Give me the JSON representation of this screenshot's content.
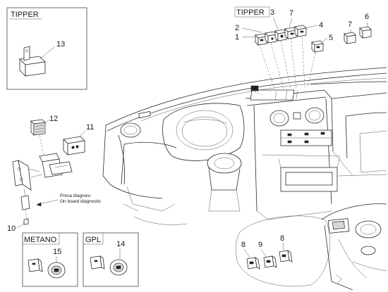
{
  "boxes": {
    "tipper_inset": "TIPPER",
    "tipper_top": "TIPPER",
    "metano": "METANO",
    "gpl": "GPL"
  },
  "callouts": {
    "c13": "13",
    "c3": "3",
    "c7a": "7",
    "c6": "6",
    "c2": "2",
    "c4": "4",
    "c7b": "7",
    "c1": "1",
    "c5": "5",
    "c12": "12",
    "c11": "11",
    "c10": "10",
    "c15": "15",
    "c14": "14",
    "c8a": "8",
    "c9": "9",
    "c8b": "8"
  },
  "note": {
    "line1": "Presa diagnosi",
    "line2": "On board diagnostic"
  }
}
